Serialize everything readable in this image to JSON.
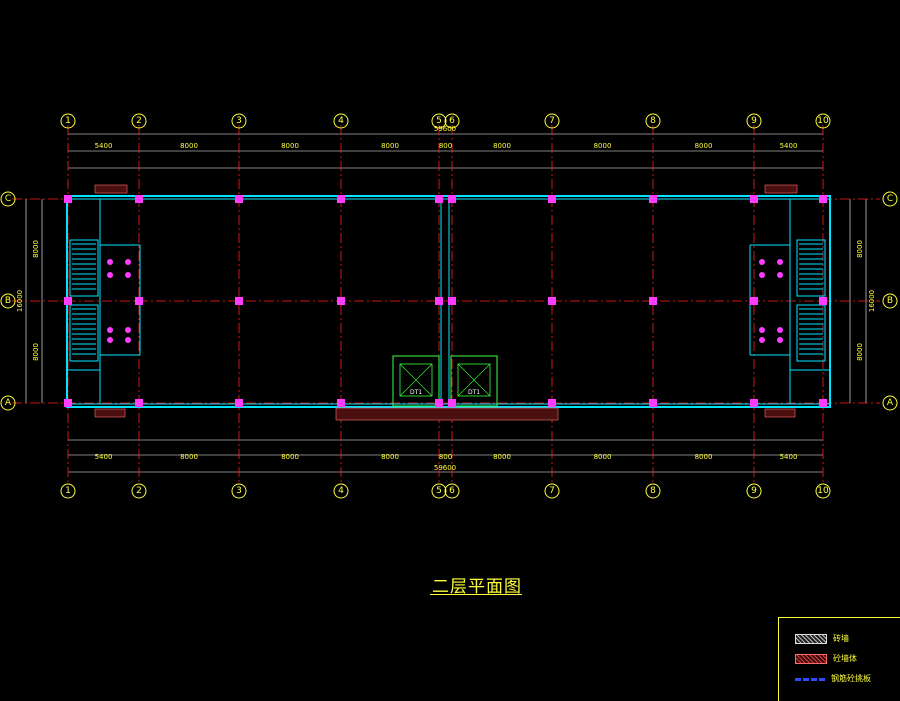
{
  "drawing": {
    "title": "二层平面图",
    "axes_columns": [
      "1",
      "2",
      "3",
      "4",
      "5",
      "6",
      "7",
      "8",
      "9",
      "10"
    ],
    "axes_rows": [
      "C",
      "B",
      "A"
    ],
    "overall_length": "59600",
    "overall_depth": "16000",
    "bay_dims": [
      "5400",
      "8000",
      "8000",
      "8000",
      "800",
      "8000",
      "8000",
      "8000",
      "5400"
    ],
    "row_dims": [
      "8000",
      "8000"
    ],
    "rooms": [
      {
        "label": "DT1"
      },
      {
        "label": "DT1"
      }
    ]
  },
  "legend": {
    "items": [
      {
        "label": "砖墙",
        "swatch": "gray-hatch"
      },
      {
        "label": "砼墙体",
        "swatch": "red-hatch"
      },
      {
        "label": "钢筋砼挑板",
        "swatch": "blue-dashed"
      }
    ]
  },
  "colors": {
    "axis": "#ffff3c",
    "grid": "#ff2020",
    "wall": "#00e5ff",
    "column": "#ff3cff",
    "background": "#000000"
  }
}
